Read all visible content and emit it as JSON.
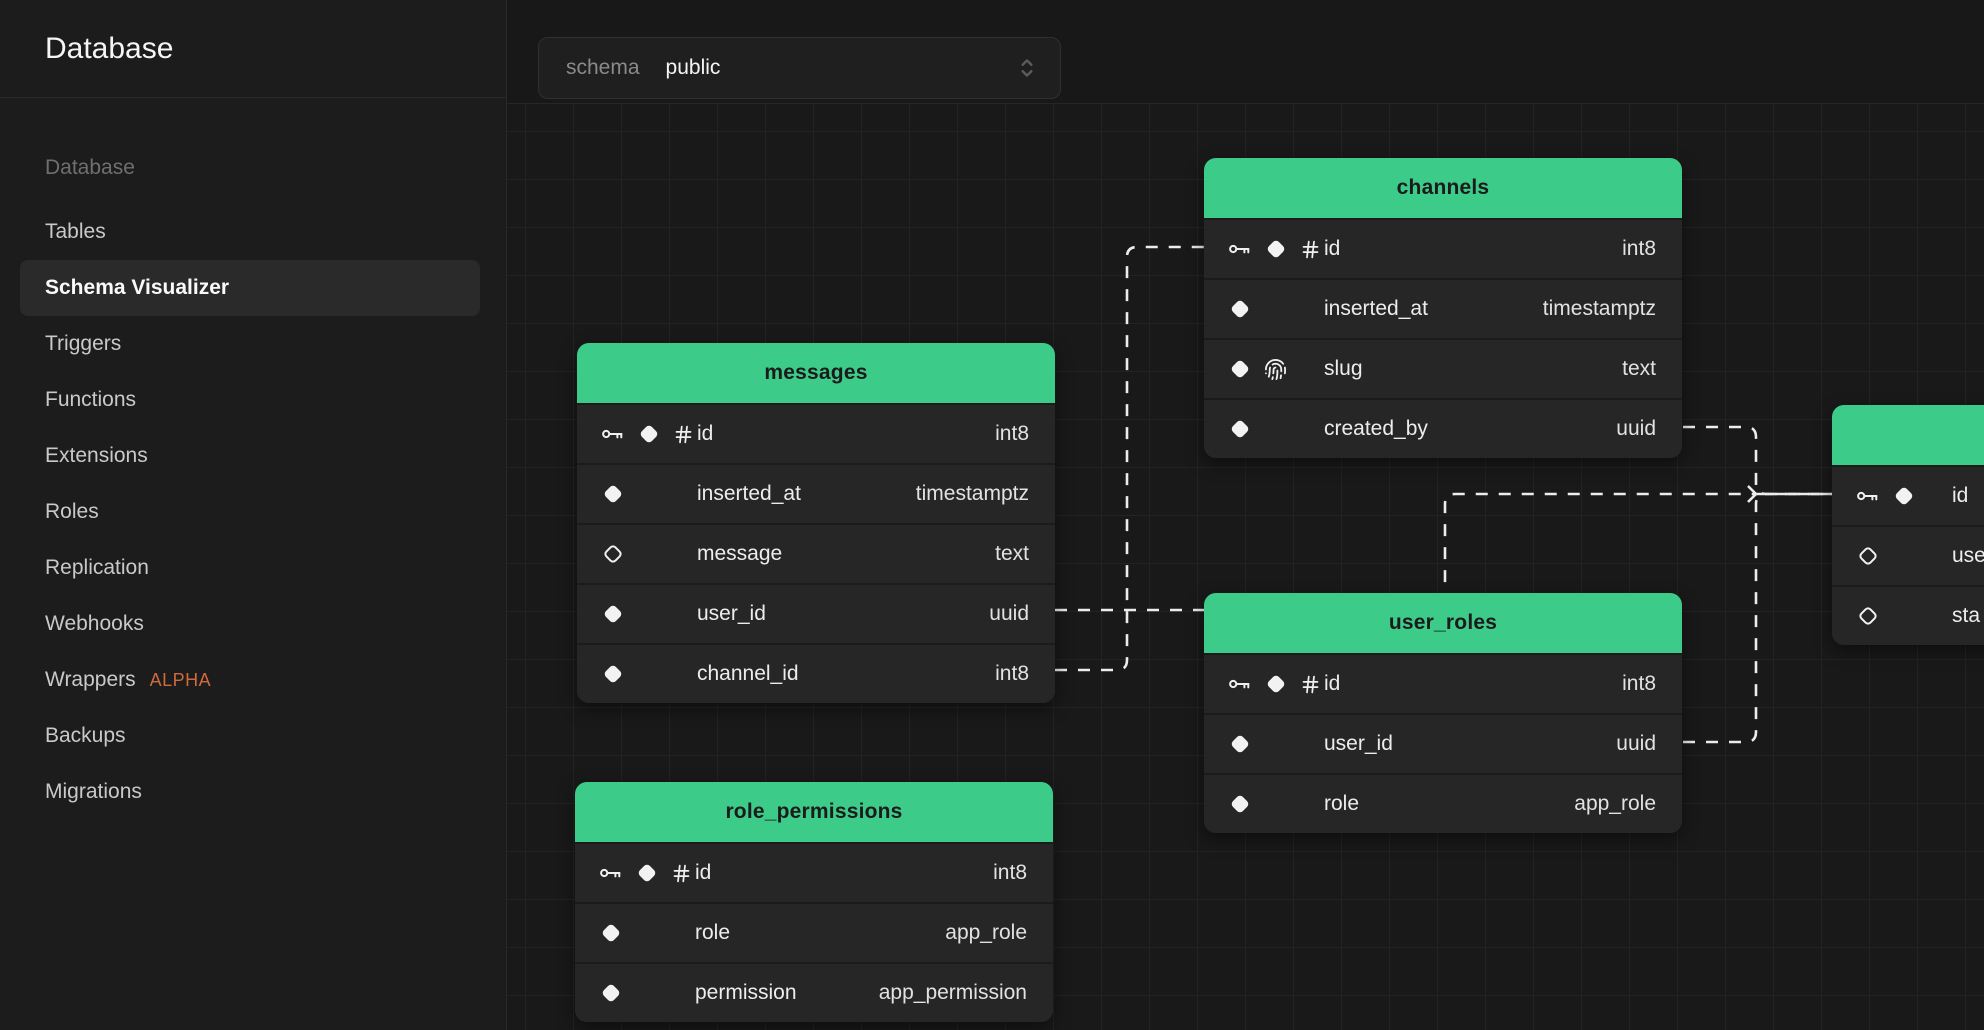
{
  "sidebar": {
    "title": "Database",
    "items": [
      {
        "label": "Database",
        "state": "muted"
      },
      {
        "label": "Tables",
        "state": "normal"
      },
      {
        "label": "Schema Visualizer",
        "state": "selected"
      },
      {
        "label": "Triggers",
        "state": "normal"
      },
      {
        "label": "Functions",
        "state": "normal"
      },
      {
        "label": "Extensions",
        "state": "normal"
      },
      {
        "label": "Roles",
        "state": "normal"
      },
      {
        "label": "Replication",
        "state": "normal"
      },
      {
        "label": "Webhooks",
        "state": "normal"
      },
      {
        "label": "Wrappers",
        "state": "normal",
        "badge": "ALPHA"
      },
      {
        "label": "Backups",
        "state": "normal"
      },
      {
        "label": "Migrations",
        "state": "normal"
      }
    ]
  },
  "toolbar": {
    "schema_label": "schema",
    "schema_value": "public"
  },
  "diagram": {
    "tables": [
      {
        "id": "messages",
        "title": "messages",
        "columns": [
          {
            "icons": [
              "key",
              "diamond",
              "hash"
            ],
            "name": "id",
            "type": "int8"
          },
          {
            "icons": [
              "diamond"
            ],
            "name": "inserted_at",
            "type": "timestamptz"
          },
          {
            "icons": [
              "diamond-outline"
            ],
            "name": "message",
            "type": "text"
          },
          {
            "icons": [
              "diamond"
            ],
            "name": "user_id",
            "type": "uuid"
          },
          {
            "icons": [
              "diamond"
            ],
            "name": "channel_id",
            "type": "int8"
          }
        ]
      },
      {
        "id": "channels",
        "title": "channels",
        "columns": [
          {
            "icons": [
              "key",
              "diamond",
              "hash"
            ],
            "name": "id",
            "type": "int8"
          },
          {
            "icons": [
              "diamond"
            ],
            "name": "inserted_at",
            "type": "timestamptz"
          },
          {
            "icons": [
              "diamond",
              "fingerprint"
            ],
            "name": "slug",
            "type": "text"
          },
          {
            "icons": [
              "diamond"
            ],
            "name": "created_by",
            "type": "uuid"
          }
        ]
      },
      {
        "id": "user_roles",
        "title": "user_roles",
        "columns": [
          {
            "icons": [
              "key",
              "diamond",
              "hash"
            ],
            "name": "id",
            "type": "int8"
          },
          {
            "icons": [
              "diamond"
            ],
            "name": "user_id",
            "type": "uuid"
          },
          {
            "icons": [
              "diamond"
            ],
            "name": "role",
            "type": "app_role"
          }
        ]
      },
      {
        "id": "role_permissions",
        "title": "role_permissions",
        "columns": [
          {
            "icons": [
              "key",
              "diamond",
              "hash"
            ],
            "name": "id",
            "type": "int8"
          },
          {
            "icons": [
              "diamond"
            ],
            "name": "role",
            "type": "app_role"
          },
          {
            "icons": [
              "diamond"
            ],
            "name": "permission",
            "type": "app_permission"
          }
        ]
      },
      {
        "id": "users_partial",
        "title": "",
        "columns": [
          {
            "icons": [
              "key",
              "diamond"
            ],
            "name": "id",
            "type": ""
          },
          {
            "icons": [
              "diamond-outline"
            ],
            "name": "use",
            "type": ""
          },
          {
            "icons": [
              "diamond-outline"
            ],
            "name": "sta",
            "type": ""
          }
        ]
      }
    ]
  },
  "colors": {
    "accent_green": "#3dcb8a",
    "badge_orange": "#cf6a3c",
    "edge": "#ececec",
    "header_text": "#1b1b1b"
  }
}
